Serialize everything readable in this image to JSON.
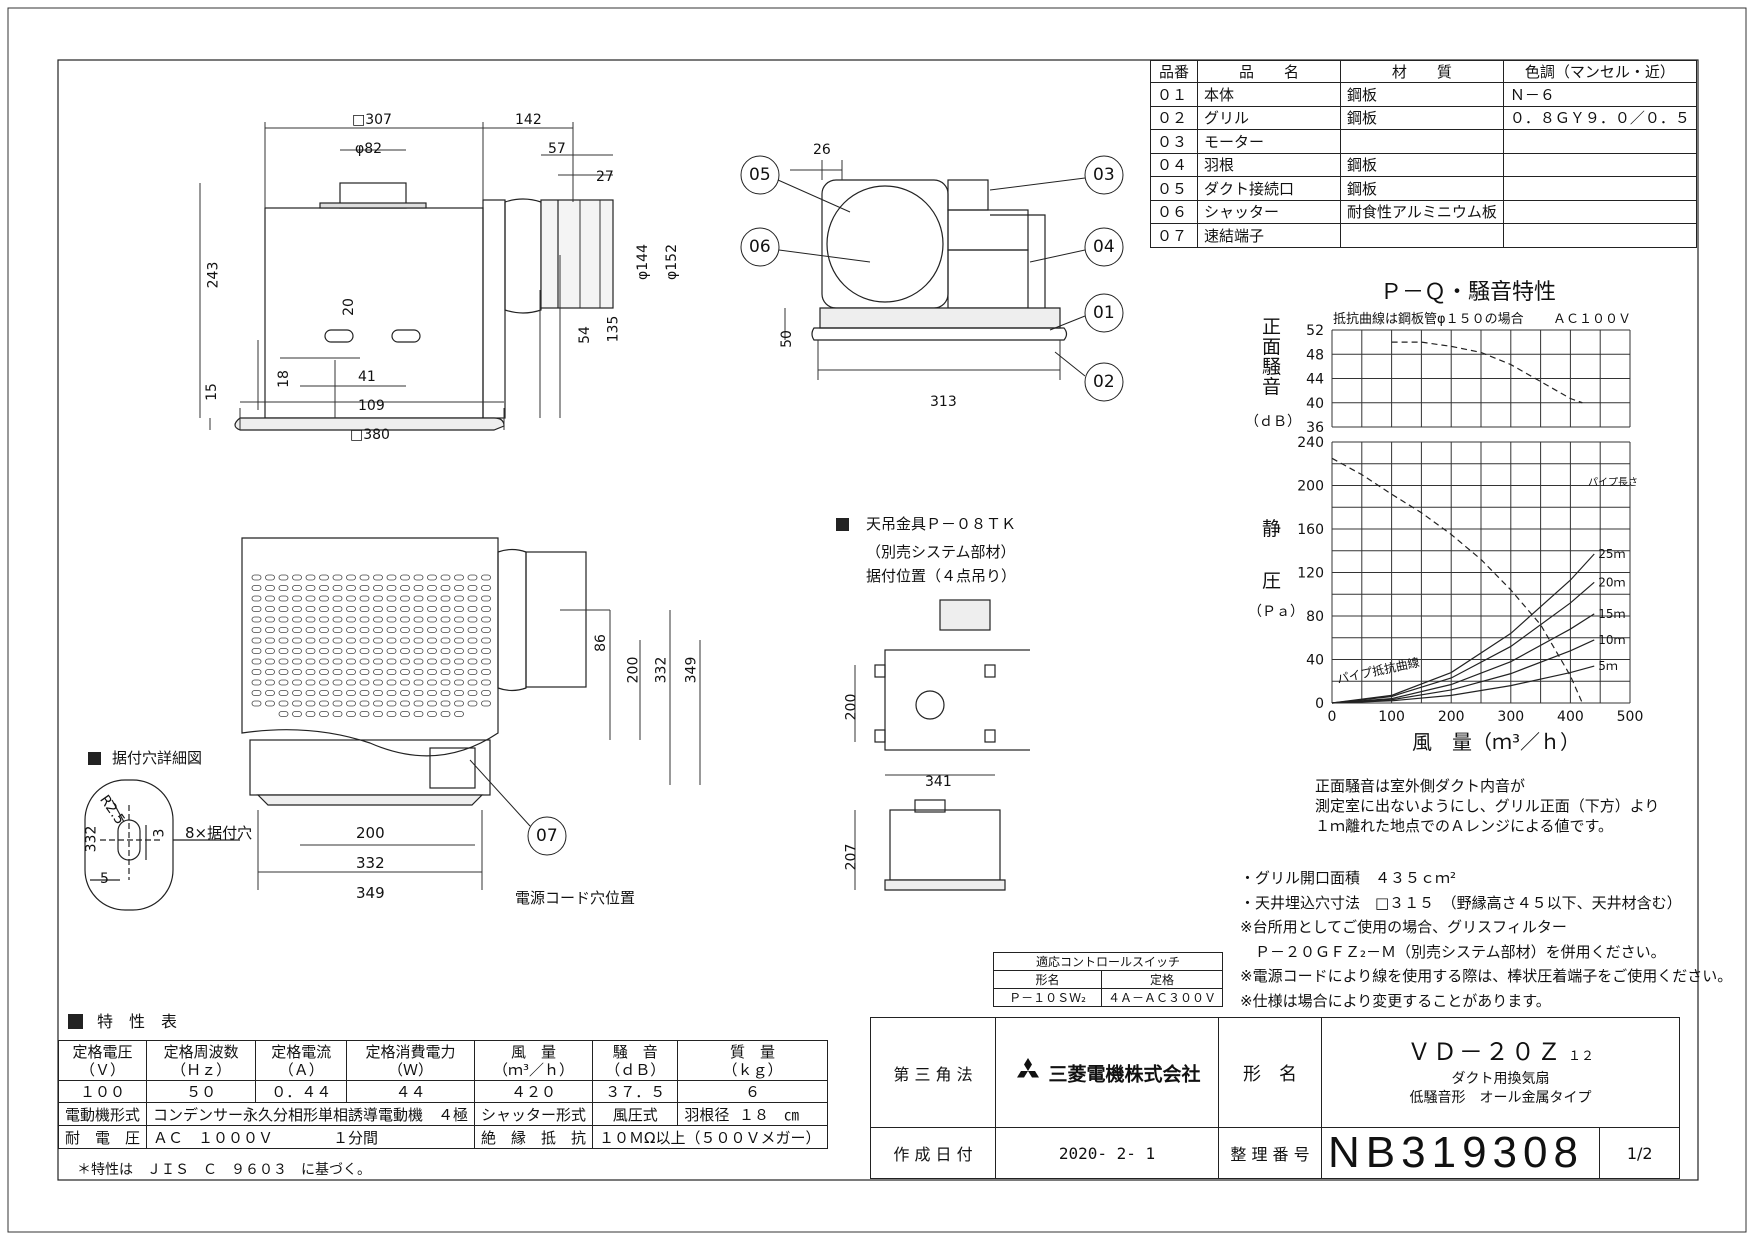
{
  "parts": {
    "headers": [
      "品番",
      "品　　名",
      "材　　質",
      "色調（マンセル・近）"
    ],
    "rows": [
      [
        "０１",
        "本体",
        "鋼板",
        "Ｎ－６"
      ],
      [
        "０２",
        "グリル",
        "鋼板",
        "０．８ＧＹ９．０／０．５"
      ],
      [
        "０３",
        "モーター",
        "",
        ""
      ],
      [
        "０４",
        "羽根",
        "鋼板",
        ""
      ],
      [
        "０５",
        "ダクト接続口",
        "鋼板",
        ""
      ],
      [
        "０６",
        "シャッター",
        "耐食性アルミニウム板",
        ""
      ],
      [
        "０７",
        "速結端子",
        "",
        ""
      ]
    ]
  },
  "dims_front": {
    "w307": "□307",
    "d142": "142",
    "d82": "φ82",
    "d57": "57",
    "d27": "27",
    "d243": "243",
    "d144": "φ144",
    "d152": "φ152",
    "d20": "20",
    "d54": "54",
    "d135": "135",
    "d15": "15",
    "d18": "18",
    "d41": "41",
    "d109": "109",
    "w380": "□380"
  },
  "dims_side": {
    "d26": "26",
    "d50": "50",
    "d313": "313"
  },
  "callouts": [
    "05",
    "06",
    "03",
    "04",
    "01",
    "02",
    "07"
  ],
  "dims_bottom": {
    "d86": "86",
    "d200v": "200",
    "d332v": "332",
    "d349v": "349",
    "d200": "200",
    "d332": "332",
    "d349": "349"
  },
  "mount_detail": {
    "title": "据付穴詳細図",
    "r": "R2.5",
    "d3": "3",
    "d5": "5",
    "d332": "332",
    "holes": "8×据付穴",
    "cord": "電源コード穴位置"
  },
  "hanger": {
    "title": "天吊金具Ｐ－０８ＴＫ",
    "sub": "（別売システム部材）",
    "pos": "据付位置（４点吊り）",
    "d200": "200",
    "d341": "341",
    "d207": "207"
  },
  "pq_chart": {
    "title": "Ｐ－Ｑ・騒音特性",
    "note": "抵抗曲線は鋼板管φ１５０の場合",
    "voltage": "ＡＣ１００Ｖ",
    "noise_label": [
      "正",
      "面",
      "騒",
      "音"
    ],
    "noise_unit": "（ｄＢ）",
    "pressure_label": [
      "静",
      "圧"
    ],
    "pressure_unit": "（Ｐａ）",
    "xlabel": "風　量（ｍ³／ｈ）",
    "pipe_title": "パイプ長さ",
    "pipe_curve_label": "パイプ抵抗曲線"
  },
  "chart_data": {
    "type": "line",
    "title": "Ｐ－Ｑ・騒音特性",
    "xlabel": "風　量（ｍ³／ｈ）",
    "x_ticks": [
      "0",
      "100",
      "200",
      "300",
      "400",
      "500"
    ],
    "xlim": [
      0,
      500
    ],
    "noise": {
      "ylabel": "正面騒音（ｄＢ）",
      "ylim": [
        36,
        52
      ],
      "y_ticks": [
        "36",
        "40",
        "44",
        "48",
        "52"
      ],
      "series": [
        {
          "x": [
            100,
            150,
            200,
            250,
            300,
            350,
            400,
            420
          ],
          "y": [
            50,
            50,
            49.3,
            48.3,
            46.3,
            43.5,
            40.7,
            40
          ]
        }
      ]
    },
    "pressure": {
      "ylabel": "静圧（Ｐａ）",
      "ylim": [
        0,
        240
      ],
      "y_ticks": [
        "0",
        "40",
        "80",
        "120",
        "160",
        "200",
        "240"
      ],
      "series": [
        {
          "x": [
            0,
            50,
            100,
            150,
            200,
            250,
            300,
            350,
            400,
            420
          ],
          "y": [
            225,
            210,
            192,
            175,
            155,
            132,
            104,
            72,
            25,
            0
          ]
        }
      ],
      "pipe_curves": [
        {
          "name": "25ｍ",
          "x": [
            0,
            100,
            200,
            300,
            400,
            440
          ],
          "y": [
            0,
            7,
            28,
            64,
            113,
            137
          ]
        },
        {
          "name": "20ｍ",
          "x": [
            0,
            100,
            200,
            300,
            400,
            440
          ],
          "y": [
            0,
            6,
            23,
            52,
            92,
            111
          ]
        },
        {
          "name": "15ｍ",
          "x": [
            0,
            100,
            200,
            300,
            400,
            440
          ],
          "y": [
            0,
            4,
            17,
            38,
            68,
            82
          ]
        },
        {
          "name": "10ｍ",
          "x": [
            0,
            100,
            200,
            300,
            400,
            440
          ],
          "y": [
            0,
            3,
            12,
            27,
            48,
            58
          ]
        },
        {
          "name": "5ｍ",
          "x": [
            0,
            100,
            200,
            300,
            400,
            440
          ],
          "y": [
            0,
            2,
            7,
            16,
            28,
            34
          ]
        }
      ]
    },
    "grid": true
  },
  "chart_notes": [
    "正面騒音は室外側ダクト内音が",
    "測定室に出ないようにし、グリル正面（下方）より",
    "１ｍ離れた地点でのＡレンジによる値です。"
  ],
  "notes": [
    "・グリル開口面積　４３５ｃｍ²",
    "・天井埋込穴寸法　□３１５　（野縁高さ４５以下、天井材含む）",
    "※台所用としてご使用の場合、グリスフィルター",
    "　Ｐ－２０ＧＦＺ₂－Ｍ（別売システム部材）を併用ください。",
    "※電源コードにより線を使用する際は、棒状圧着端子をご使用ください。",
    "※仕様は場合により変更することがあります。"
  ],
  "switch_table": {
    "title": "適応コントロールスイッチ",
    "h1": "形名",
    "h2": "定格",
    "v1": "Ｐ－１０ＳＷ₂",
    "v2": "４Ａ－ＡＣ３００Ｖ"
  },
  "spec": {
    "title": "特　性　表",
    "headers": [
      [
        "定格電圧",
        "（Ｖ）"
      ],
      [
        "定格周波数",
        "（Ｈｚ）"
      ],
      [
        "定格電流",
        "（Ａ）"
      ],
      [
        "定格消費電力",
        "（Ｗ）"
      ],
      [
        "風　量",
        "（ｍ³／ｈ）"
      ],
      [
        "騒　音",
        "（ｄＢ）"
      ],
      [
        "質　量",
        "（ｋｇ）"
      ]
    ],
    "values": [
      "１００",
      "５０",
      "０．４４",
      "４４",
      "４２０",
      "３７．５",
      "６"
    ],
    "motor_label": "電動機形式",
    "motor_value": "コンデンサー永久分相形単相誘導電動機　４極",
    "shutter_label": "シャッター形式",
    "shutter_value": "風圧式",
    "blade_label": "羽根径",
    "blade_value": "１８　㎝",
    "withstand_label": "耐　電　圧",
    "withstand_value": "ＡＣ　１０００Ｖ　　　　１分間",
    "insulation_label": "絶　縁　抵　抗",
    "insulation_value": "１０ＭΩ以上（５００Ｖメガー）",
    "footnote": "＊特性は　ＪＩＳ　Ｃ　９６０３　に基づく。"
  },
  "title_block": {
    "projection": "第 三 角 法",
    "company": "三菱電機株式会社",
    "model_label": "形　名",
    "model": "ＶＤ－２０Ｚ",
    "model_sub": "１２",
    "desc1": "ダクト用換気扇",
    "desc2": "低騒音形　オール金属タイプ",
    "date_label": "作 成 日 付",
    "date": "2020- 2- 1",
    "number_label": "整 理 番 号",
    "number": "NB319308",
    "page": "1/2"
  }
}
